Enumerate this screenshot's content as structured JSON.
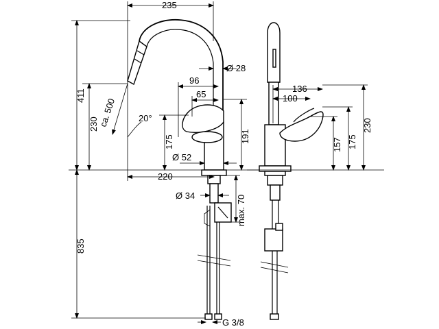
{
  "dimensions": {
    "d235": "235",
    "d28": "Ø 28",
    "d411": "411",
    "d500": "ca. 500",
    "d230_left": "230",
    "d20deg": "20°",
    "d96": "96",
    "d65": "65",
    "d175_left": "175",
    "d191": "191",
    "d52": "Ø 52",
    "d220": "220",
    "d34": "Ø 34",
    "d70": "max. 70",
    "d835": "835",
    "g38": "G 3/8",
    "d136": "136",
    "d100": "100",
    "d157": "157",
    "d175_right": "175",
    "d230_right": "230"
  }
}
